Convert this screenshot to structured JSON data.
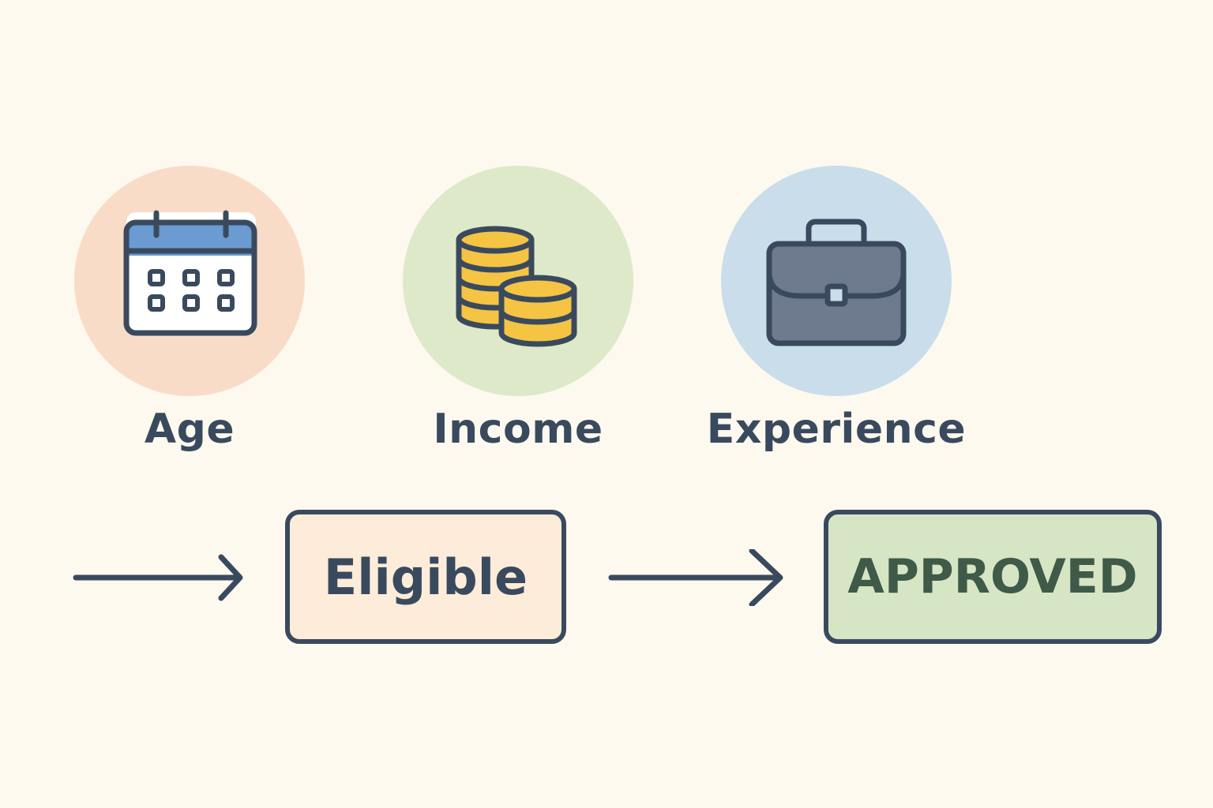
{
  "factors": [
    {
      "label": "Age",
      "icon": "calendar-icon",
      "circle_color": "#f9dcc7"
    },
    {
      "label": "Income",
      "icon": "coins-icon",
      "circle_color": "#dde9c8"
    },
    {
      "label": "Experience",
      "icon": "briefcase-icon",
      "circle_color": "#c9ddea"
    }
  ],
  "flow": {
    "step_1": "Eligible",
    "step_2": "APPROVED"
  },
  "colors": {
    "background": "#fdf9ee",
    "ink": "#3a4a5e",
    "eligible_fill": "#fdecd9",
    "approved_fill": "#d6e6c5",
    "approved_text": "#3f5a48",
    "calendar_header": "#6a9bd1",
    "coin": "#f5c443",
    "briefcase": "#6e7a8d"
  }
}
